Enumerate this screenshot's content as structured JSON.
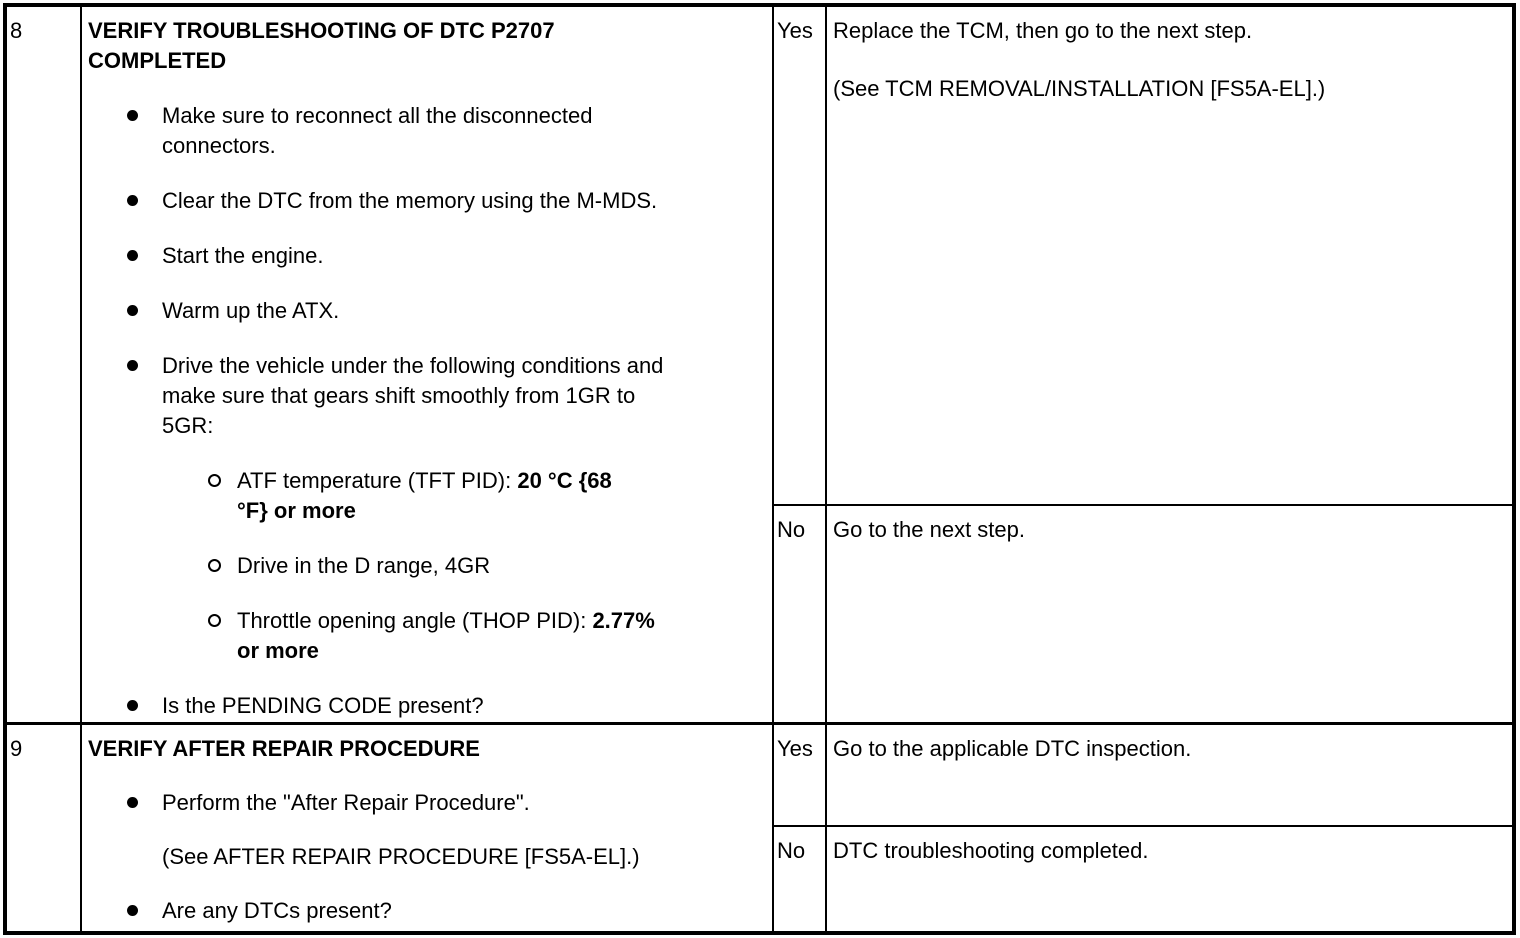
{
  "page": {
    "background": "#ffffff",
    "border_color": "#000000",
    "text_color": "#000000"
  },
  "rows": [
    {
      "step": "8",
      "title_lines": [
        "VERIFY TROUBLESHOOTING OF DTC P2707",
        "COMPLETED"
      ],
      "items": [
        {
          "type": "bullet",
          "icon": "filled-bullet",
          "lines": [
            "Make sure to reconnect all the disconnected",
            "connectors."
          ]
        },
        {
          "type": "bullet",
          "icon": "filled-bullet",
          "lines": [
            "Clear the DTC from the memory using the M-MDS."
          ]
        },
        {
          "type": "bullet",
          "icon": "filled-bullet",
          "lines": [
            "Start the engine."
          ]
        },
        {
          "type": "bullet",
          "icon": "filled-bullet",
          "lines": [
            "Warm up the ATX."
          ]
        },
        {
          "type": "bullet",
          "icon": "filled-bullet",
          "lines": [
            "Drive the vehicle under the following conditions and",
            "make sure that gears shift smoothly from 1GR to",
            "5GR:"
          ]
        },
        {
          "type": "sub-bullet",
          "icon": "hollow-bullet",
          "pre": "ATF temperature (TFT PID): ",
          "bold_line1": "20 °C {68",
          "bold_line2": "°F} or more"
        },
        {
          "type": "sub-bullet",
          "icon": "hollow-bullet",
          "lines": [
            "Drive in the D range, 4GR"
          ]
        },
        {
          "type": "sub-bullet",
          "icon": "hollow-bullet",
          "pre": "Throttle opening angle (THOP PID): ",
          "bold_line1": "2.77%",
          "bold_line2": "or more"
        },
        {
          "type": "bullet",
          "icon": "filled-bullet",
          "lines": [
            "Is the PENDING CODE present?"
          ]
        }
      ],
      "outcomes": [
        {
          "verdict": "Yes",
          "para1": "Replace the TCM, then go to the next step.",
          "para2": "(See TCM REMOVAL/INSTALLATION [FS5A-EL].)"
        },
        {
          "verdict": "No",
          "para1": "Go to the next step."
        }
      ]
    },
    {
      "step": "9",
      "title_lines": [
        "VERIFY AFTER REPAIR PROCEDURE"
      ],
      "items": [
        {
          "type": "bullet",
          "icon": "filled-bullet",
          "lines": [
            "Perform the \"After Repair Procedure\"."
          ]
        },
        {
          "type": "continuation",
          "icon": "none",
          "lines": [
            "(See AFTER REPAIR PROCEDURE [FS5A-EL].)"
          ]
        },
        {
          "type": "bullet",
          "icon": "filled-bullet",
          "lines": [
            "Are any DTCs present?"
          ]
        }
      ],
      "outcomes": [
        {
          "verdict": "Yes",
          "para1": "Go to the applicable DTC inspection."
        },
        {
          "verdict": "No",
          "para1": "DTC troubleshooting completed."
        }
      ]
    }
  ]
}
